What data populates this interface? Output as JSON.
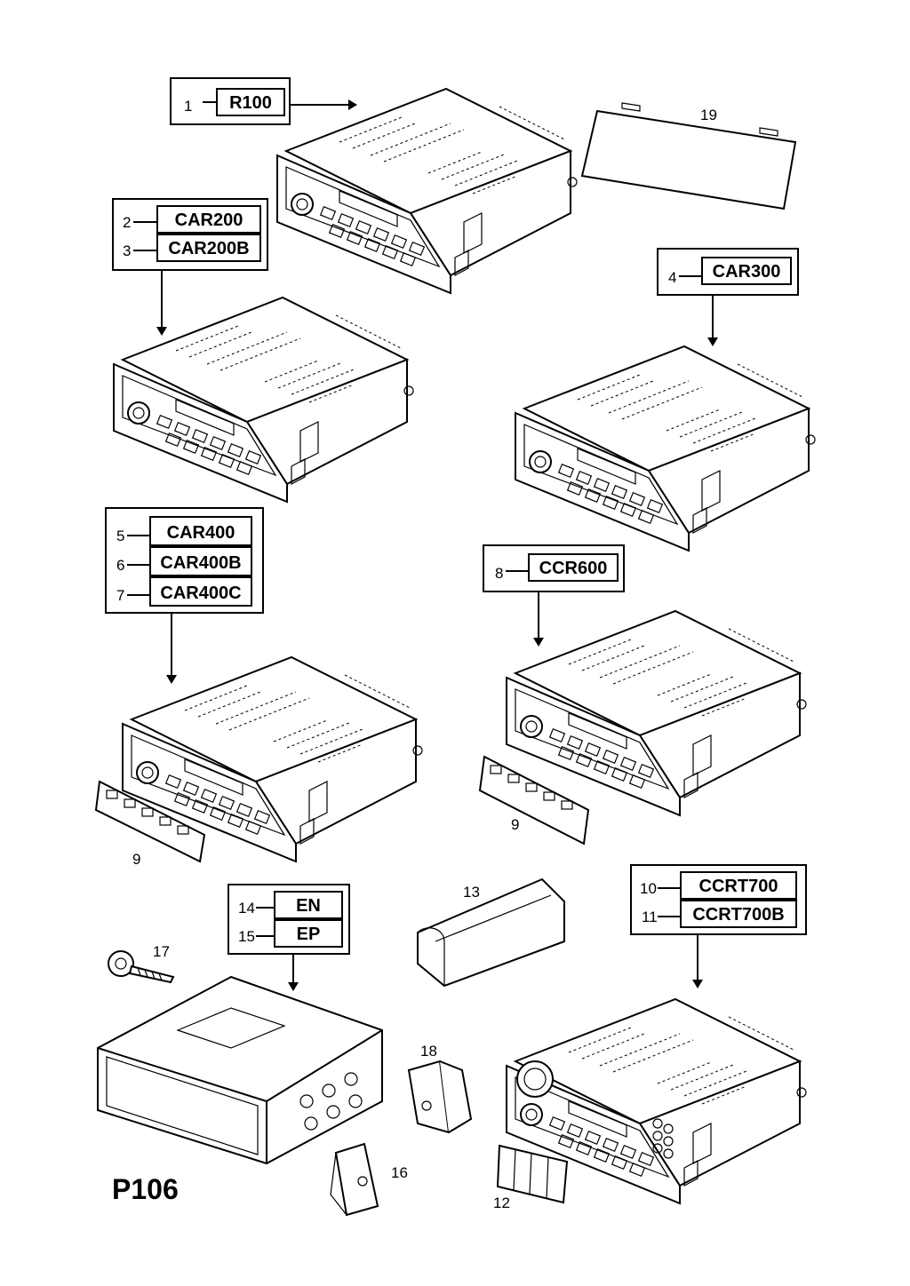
{
  "page_code": "P106",
  "callouts": [
    {
      "num": "1",
      "code": "R100"
    },
    {
      "num": "2",
      "code": "CAR200"
    },
    {
      "num": "3",
      "code": "CAR200B"
    },
    {
      "num": "4",
      "code": "CAR300"
    },
    {
      "num": "5",
      "code": "CAR400"
    },
    {
      "num": "6",
      "code": "CAR400B"
    },
    {
      "num": "7",
      "code": "CAR400C"
    },
    {
      "num": "8",
      "code": "CCR600"
    },
    {
      "num": "10",
      "code": "CCRT700"
    },
    {
      "num": "11",
      "code": "CCRT700B"
    },
    {
      "num": "14",
      "code": "EN"
    },
    {
      "num": "15",
      "code": "EP"
    }
  ],
  "part_numbers": {
    "cover": "19",
    "keypad_a": "9",
    "keypad_b": "9",
    "sleeve": "13",
    "screw": "17",
    "clip_a": "18",
    "clip_b": "16",
    "keypad_small": "12"
  }
}
